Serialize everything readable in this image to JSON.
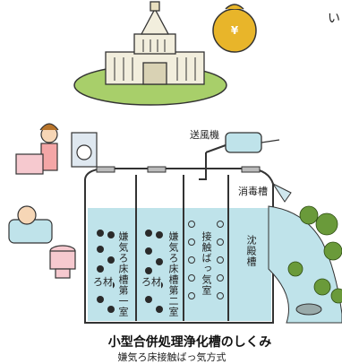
{
  "top": {
    "coin_symbol": "¥",
    "corner_mark": "い"
  },
  "diagram": {
    "blower_label": "送風機",
    "disinfection_label": "消毒槽",
    "chambers": [
      {
        "label": "嫌気ろ床槽第一室",
        "media_label": "ろ材"
      },
      {
        "label": "嫌気ろ床槽第二室",
        "media_label": "ろ材"
      },
      {
        "label": "接触ばっ気室"
      },
      {
        "label": "沈殿槽"
      }
    ],
    "title": "小型合併処理浄化槽のしくみ",
    "subtitle": "嫌気ろ床接触ばっ気方式"
  },
  "colors": {
    "water": "#bfe3ea",
    "tank_outline": "#333333",
    "tank_body": "#ffffff",
    "building_green": "#a8cf6a",
    "coin": "#e8b52a",
    "media": "#2a2a2a"
  }
}
